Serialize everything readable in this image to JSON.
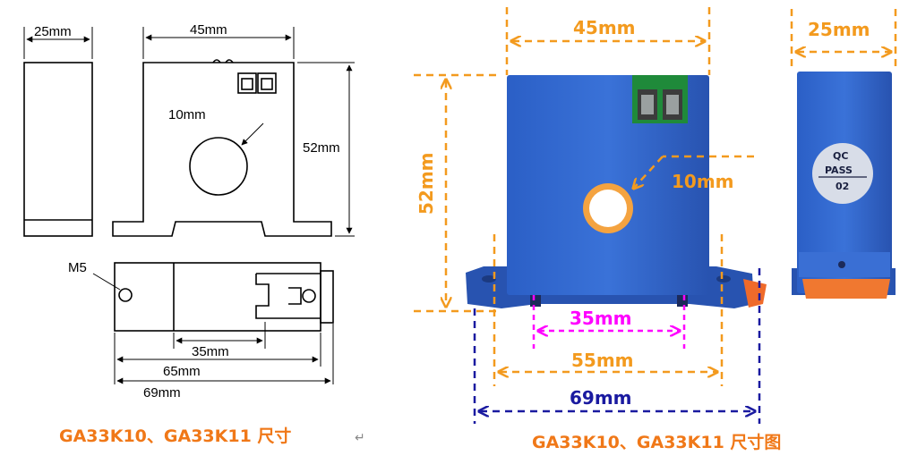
{
  "left_drawing": {
    "side_width": "25mm",
    "front_width": "45mm",
    "hole": "10mm",
    "height": "52mm",
    "screw": "M5",
    "base_35": "35mm",
    "base_65": "65mm",
    "base_69": "69mm",
    "caption": "GA33K10、GA33K11 尺寸",
    "return_mark": "↵"
  },
  "right_photo": {
    "front_width": "45mm",
    "side_width": "25mm",
    "height": "52mm",
    "hole": "10mm",
    "base_35": "35mm",
    "base_55": "55mm",
    "base_69": "69mm",
    "qc_line1": "QC",
    "qc_line2": "PASS",
    "qc_line3": "02",
    "caption": "GA33K10、GA33K11 尺寸图"
  },
  "colors": {
    "orange": "#f39a1e",
    "magenta": "#ff00ff",
    "navy": "#1a1aa0",
    "body_blue": "#2a5fc4",
    "terminal_green": "#1f8a3a",
    "caption_orange": "#f07818"
  }
}
